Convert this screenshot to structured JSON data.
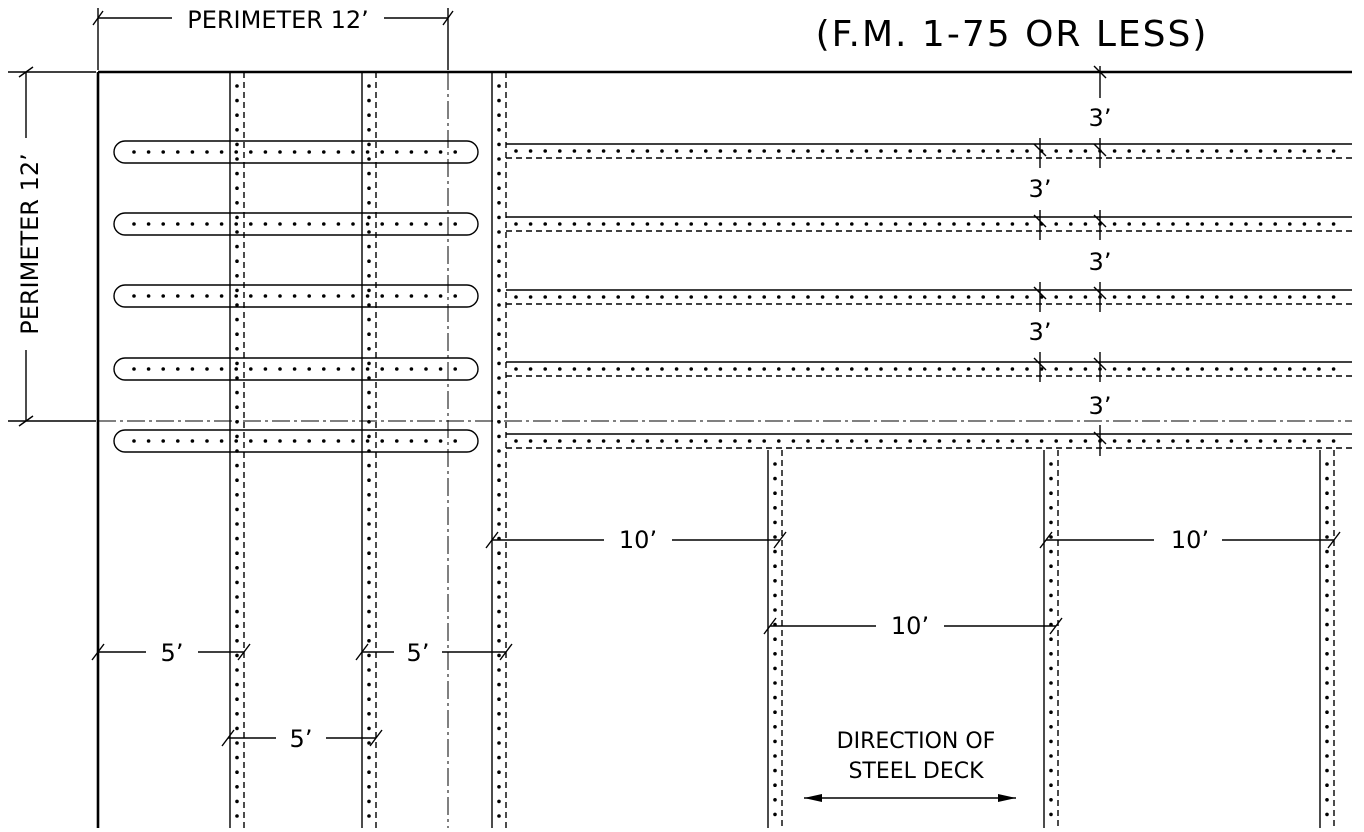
{
  "title": "(F.M. 1-75 OR LESS)",
  "dimensions": {
    "perimeter_horizontal": "PERIMETER 12’",
    "perimeter_vertical": "PERIMETER 12’",
    "three_ft": "3’",
    "ten_ft": "10’",
    "five_ft": "5’"
  },
  "direction_note": {
    "line1": "DIRECTION OF",
    "line2": "STEEL DECK"
  }
}
